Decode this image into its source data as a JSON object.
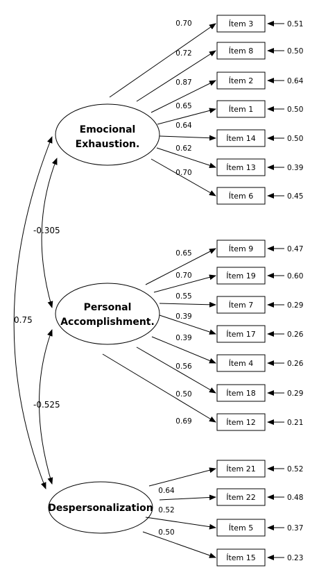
{
  "factors": [
    {
      "id": "ee",
      "lines": [
        "Emocional",
        "Exhaustion."
      ]
    },
    {
      "id": "pa",
      "lines": [
        "Personal",
        "Accomplishment."
      ]
    },
    {
      "id": "dp",
      "lines": [
        "Despersonalization"
      ]
    }
  ],
  "items": [
    {
      "label": "Ítem 3",
      "factor": "ee",
      "loading": "0.70",
      "error": "0.51"
    },
    {
      "label": "Ítem 8",
      "factor": "ee",
      "loading": "0.72",
      "error": "0.50"
    },
    {
      "label": "Ítem 2",
      "factor": "ee",
      "loading": "0.87",
      "error": "0.64"
    },
    {
      "label": "Ítem 1",
      "factor": "ee",
      "loading": "0.65",
      "error": "0.50"
    },
    {
      "label": "Ítem 14",
      "factor": "ee",
      "loading": "0.64",
      "error": "0.50"
    },
    {
      "label": "Ítem 13",
      "factor": "ee",
      "loading": "0.62",
      "error": "0.39"
    },
    {
      "label": "Ítem 6",
      "factor": "ee",
      "loading": "0.70",
      "error": "0.45"
    },
    {
      "label": "Ítem 9",
      "factor": "pa",
      "loading": "0.65",
      "error": "0.47"
    },
    {
      "label": "Ítem 19",
      "factor": "pa",
      "loading": "0.70",
      "error": "0.60"
    },
    {
      "label": "Ítem 7",
      "factor": "pa",
      "loading": "0.55",
      "error": "0.29"
    },
    {
      "label": "Ítem 17",
      "factor": "pa",
      "loading": "0.39",
      "error": "0.26"
    },
    {
      "label": "Ítem 4",
      "factor": "pa",
      "loading": "0.39",
      "error": "0.26"
    },
    {
      "label": "Ítem 18",
      "factor": "pa",
      "loading": "0.56",
      "error": "0.29"
    },
    {
      "label": "Ítem 12",
      "factor": "pa",
      "loading": "0.50",
      "error": "0.21"
    },
    {
      "label": "Ítem 21",
      "factor": "dp",
      "loading": "0.69",
      "error": "0.52"
    },
    {
      "label": "Ítem 22",
      "factor": "dp",
      "loading": "0.64",
      "error": "0.48"
    },
    {
      "label": "Ítem 5",
      "factor": "dp",
      "loading": "0.52",
      "error": "0.37"
    },
    {
      "label": "Ítem 15",
      "factor": "dp",
      "loading": "0.50",
      "error": "0.23"
    }
  ],
  "correlations": [
    {
      "from": "ee",
      "to": "pa",
      "value": "-0.305"
    },
    {
      "from": "pa",
      "to": "dp",
      "value": "-0.525"
    },
    {
      "from": "ee",
      "to": "dp",
      "value": "0.75"
    }
  ]
}
